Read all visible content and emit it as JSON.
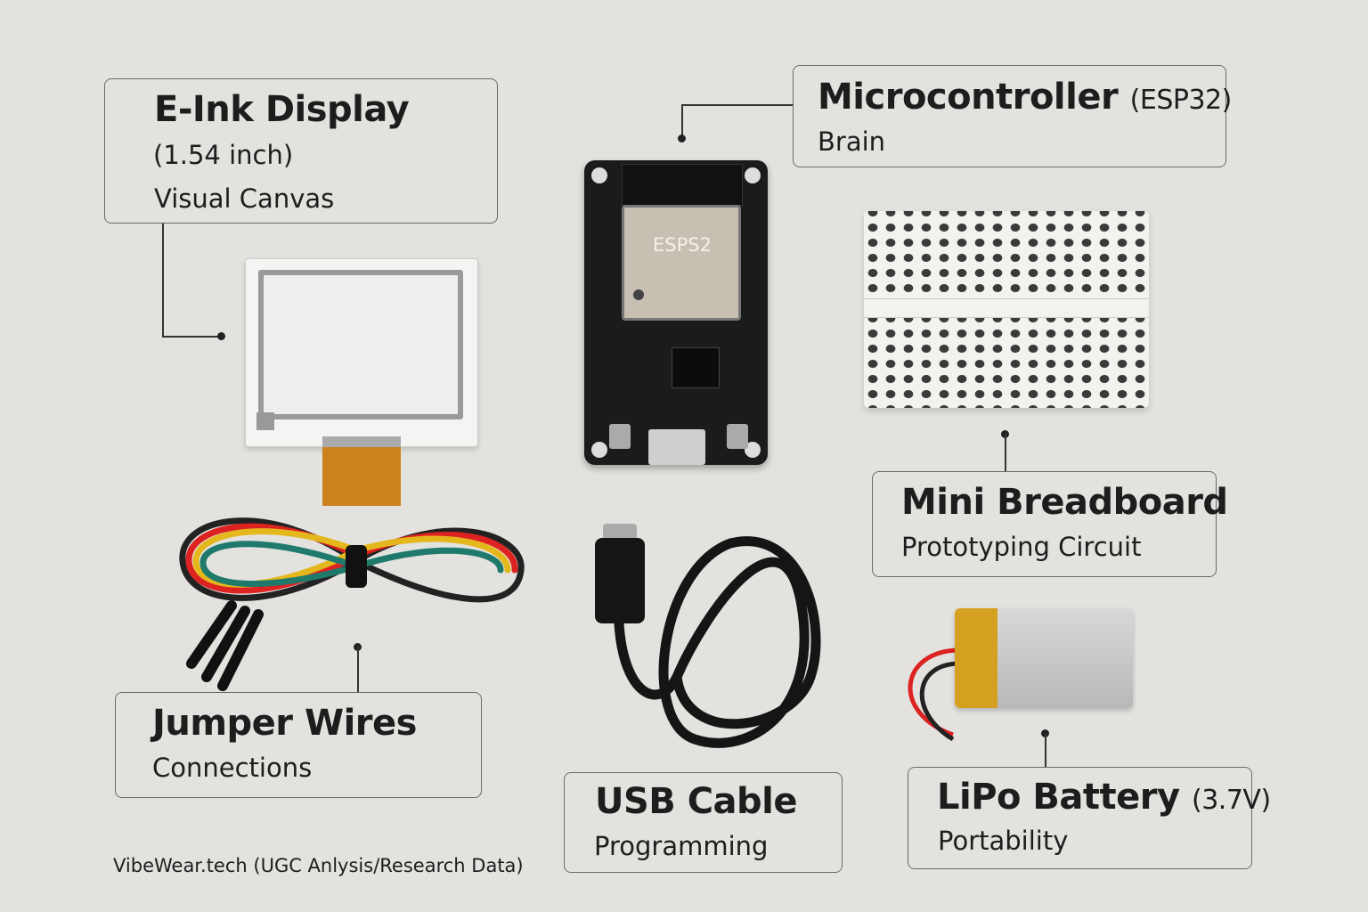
{
  "labels": {
    "eink": {
      "title": "E-Ink Display",
      "size": "(1.54 inch)",
      "role": "Visual Canvas"
    },
    "mcu": {
      "title": "Microcontroller",
      "model": "(ESP32)",
      "role": "Brain"
    },
    "breadboard": {
      "title": "Mini Breadboard",
      "role": "Prototyping Circuit"
    },
    "jumper": {
      "title": "Jumper Wires",
      "role": "Connections"
    },
    "usb": {
      "title": "USB Cable",
      "role": "Programming"
    },
    "lipo": {
      "title": "LiPo Battery",
      "voltage": "(3.7V)",
      "role": "Portability"
    }
  },
  "chip_label": "ESPS2",
  "footer": "VibeWear.tech (UGC Anlysis/Research Data)",
  "colors": {
    "background": "#e3e2df",
    "pcb": "#1b1b1b",
    "flex": "#c9821e",
    "breadboard": "#f3f2ee"
  }
}
